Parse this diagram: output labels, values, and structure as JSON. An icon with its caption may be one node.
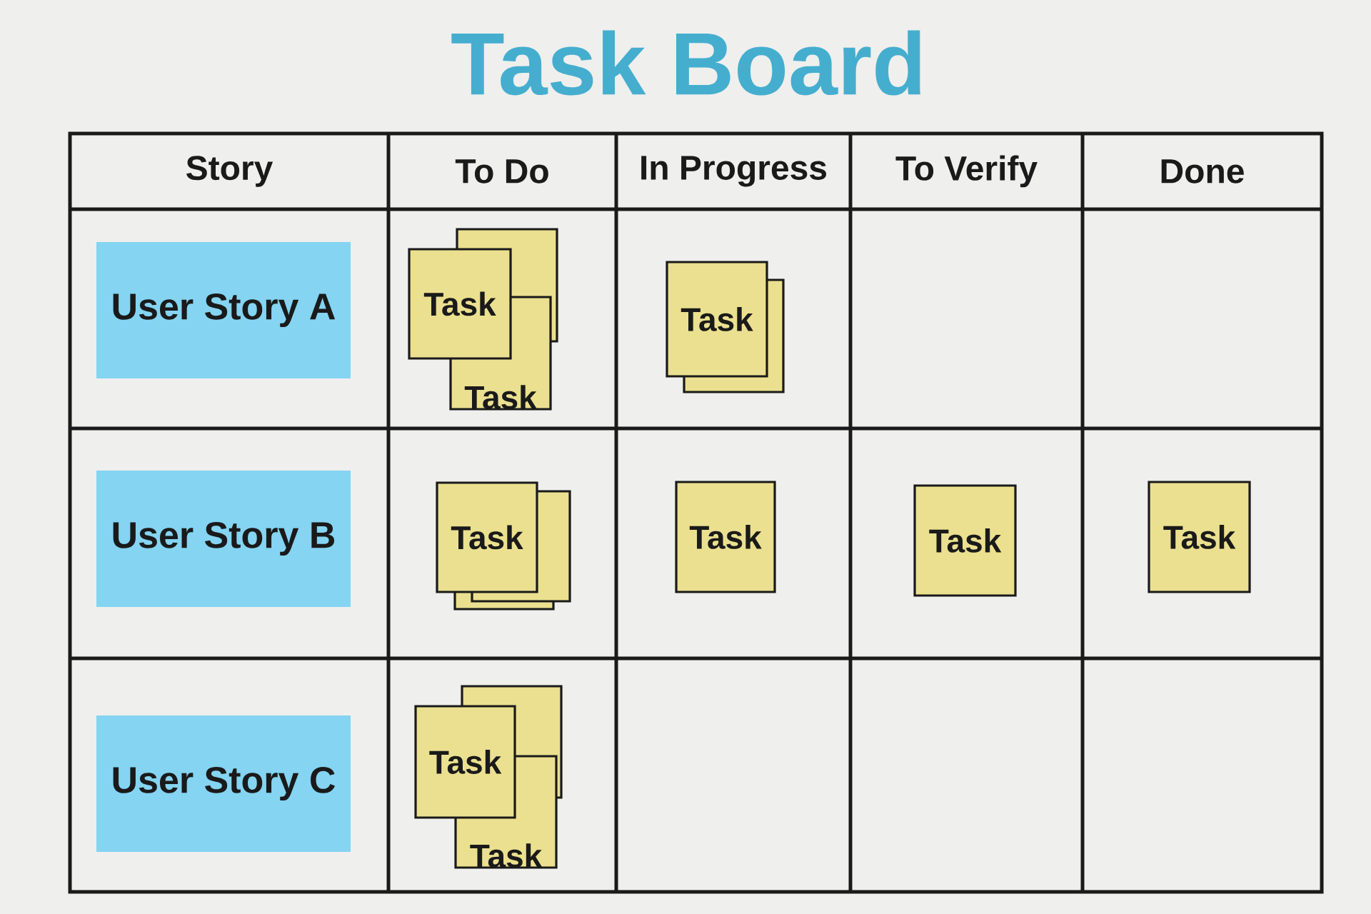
{
  "diagram": {
    "title": "Task Board",
    "nodes": [
      {
        "text": [
          "User Story A"
        ]
      },
      {
        "text": [
          "Task"
        ]
      },
      {
        "text": [
          "Task"
        ]
      },
      {
        "text": [
          "Task"
        ]
      },
      {
        "text": [
          "User Story B"
        ]
      },
      {
        "text": [
          "Task"
        ]
      },
      {
        "text": [
          "Task"
        ]
      },
      {
        "text": [
          "Task"
        ]
      },
      {
        "text": [
          "Task"
        ]
      },
      {
        "text": [
          "User Story C"
        ]
      },
      {
        "text": [
          "Task"
        ]
      },
      {
        "text": [
          "Task"
        ]
      }
    ],
    "labels": [
      "Story",
      "To Do",
      "In Progress",
      "To Verify",
      "Done"
    ]
  }
}
